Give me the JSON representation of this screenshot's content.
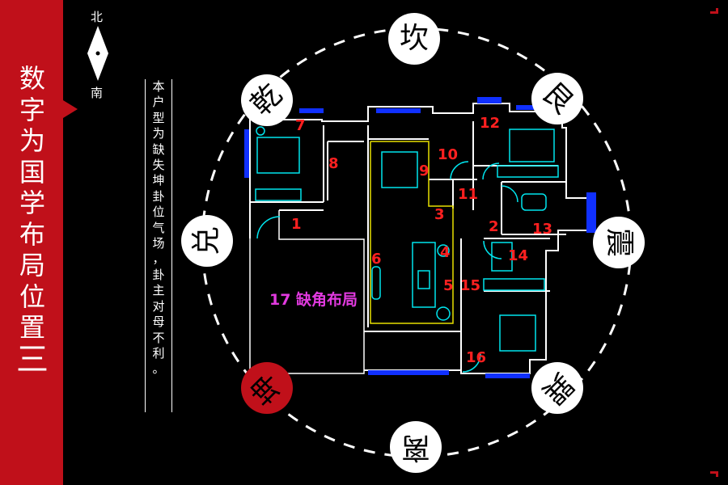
{
  "title_chars": [
    "数",
    "字",
    "为",
    "国",
    "学",
    "布",
    "局",
    "位",
    "置"
  ],
  "title_suffix": "三",
  "compass": {
    "north": "北",
    "south": "南"
  },
  "note_chars": [
    "本",
    "户",
    "型",
    "为",
    "缺",
    "失",
    "坤",
    "卦",
    "位",
    "气",
    "场",
    "，",
    "",
    "卦",
    "主",
    "对",
    "母",
    "不",
    "利",
    "。"
  ],
  "trigrams": {
    "kan": "坎",
    "gen": "艮",
    "zhen": "震",
    "xun": "巽",
    "li": "离",
    "kun": "坤",
    "dui": "兑",
    "qian": "乾"
  },
  "room_numbers": [
    "1",
    "2",
    "3",
    "4",
    "5",
    "6",
    "7",
    "8",
    "9",
    "10",
    "11",
    "12",
    "13",
    "14",
    "15",
    "16"
  ],
  "missing_corner_label": "17 缺角布局",
  "colors": {
    "accent_red": "#c0101a",
    "wall": "#ffffff",
    "window": "#1030ff",
    "furniture": "#00e5ee",
    "room_number": "#ff2020",
    "highlight": "#e23ae0",
    "core": "#e8e000"
  }
}
